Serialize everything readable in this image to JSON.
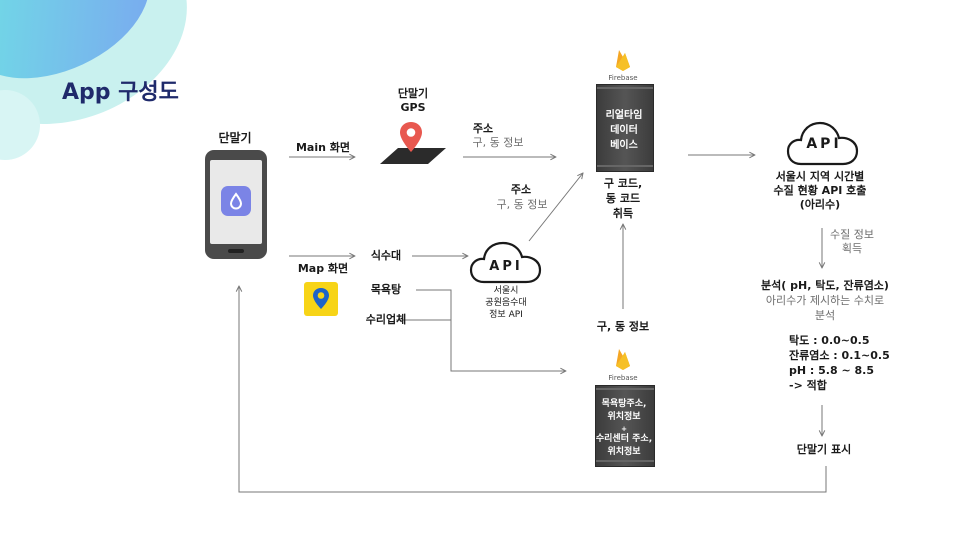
{
  "title": "App 구성도",
  "device": {
    "label": "단말기"
  },
  "main_screen": "Main 화면",
  "map_screen": "Map 화면",
  "gps": {
    "line1": "단말기",
    "line2": "GPS"
  },
  "address_top": {
    "line1": "주소",
    "line2": "구, 동 정보"
  },
  "address_mid": {
    "line1": "주소",
    "line2": "구, 동 정보"
  },
  "categories": [
    "식수대",
    "목욕탕",
    "수리업체"
  ],
  "api_left": {
    "badge": "API",
    "line1": "서울시",
    "line2": "공원음수대",
    "line3": "정보 API"
  },
  "realtime_db": {
    "line1": "리얼타임",
    "line2": "데이터",
    "line3": "베이스",
    "brand": "Firebase"
  },
  "code_acquire": {
    "line1": "구 코드,",
    "line2": "동 코드",
    "line3": "취득"
  },
  "gu_dong_info": "구, 동 정보",
  "bottom_db": {
    "line1": "목욕탕주소,",
    "line2": "위치정보",
    "line3": "+",
    "line4": "수리센터 주소,",
    "line5": "위치정보",
    "brand": "Firebase"
  },
  "api_right": {
    "badge": "API",
    "line1": "서울시 지역 시간별",
    "line2": "수질 현황 API 호출",
    "line3": "(아리수)"
  },
  "water_info": {
    "line1": "수질 정보",
    "line2": "획득"
  },
  "analysis": {
    "line1": "분석( pH, 탁도, 잔류염소)",
    "line2": "아리수가 제시하는 수치로",
    "line3": "분석"
  },
  "results": {
    "line1": "탁도 : 0.0~0.5",
    "line2": "잔류염소 : 0.1~0.5",
    "line3": "pH : 5.8 ~ 8.5",
    "line4": "-> 적합"
  },
  "display": "단말기 표시",
  "colors": {
    "title": "#1f2a6b",
    "server": "#3c3c3c",
    "pin_red": "#e8584f",
    "map_yellow": "#f7d417",
    "map_blue": "#1e63c8",
    "drop_purple": "#7b84e6",
    "blob_teal": "#7fe0e0"
  }
}
